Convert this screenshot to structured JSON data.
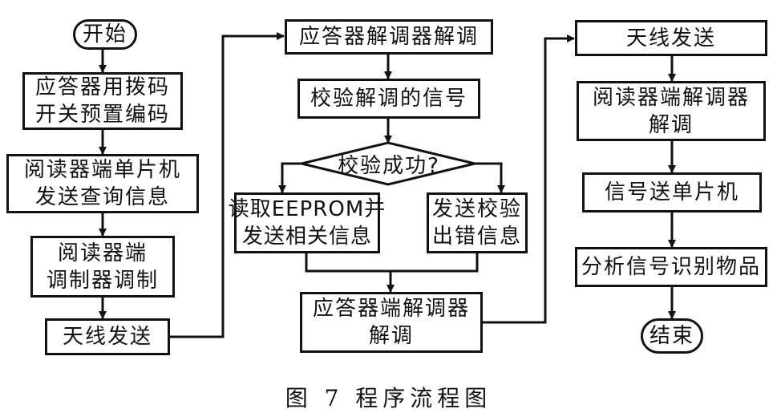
{
  "nodes": {
    "start": "开始",
    "preset_code": "应答器用拨码\n开关预置编码",
    "mcu_send_query": "阅读器端单片机\n发送查询信息",
    "reader_modulate": "阅读器端\n调制器调制",
    "antenna_send_1": "天线发送",
    "transponder_demod": "应答器解调器解调",
    "verify_signal": "校验解调的信号",
    "verify_success": "校验成功?",
    "read_eeprom": "读取EEPROM并\n发送相关信息",
    "send_error": "发送校验\n出错信息",
    "transponder_demod_2": "应答器端解调器\n解调",
    "antenna_send_2": "天线发送",
    "reader_demod": "阅读器端解调器\n解调",
    "signal_to_mcu": "信号送单片机",
    "analyze_identify": "分析信号识别物品",
    "end": "结束"
  },
  "caption": "图 7  程序流程图"
}
